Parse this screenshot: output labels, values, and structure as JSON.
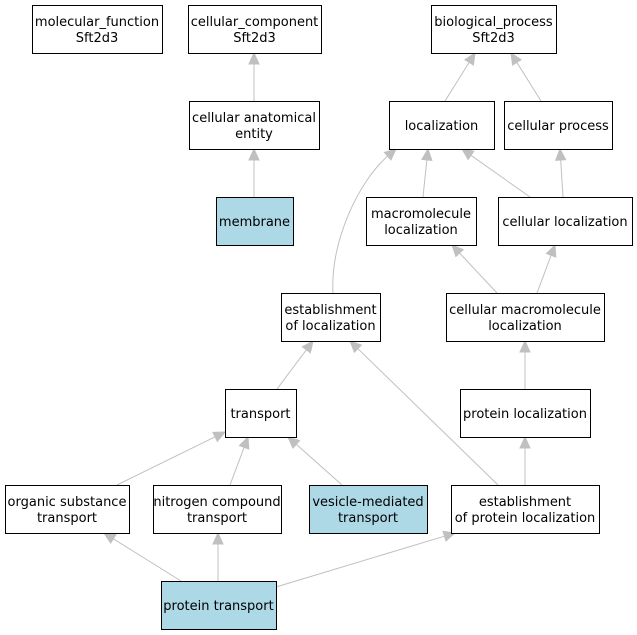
{
  "colors": {
    "highlight_fill": "#add8e6",
    "default_fill": "#ffffff",
    "edge": "#c0c0c0",
    "border": "#000000"
  },
  "nodes": [
    {
      "id": "molecular_function",
      "lines": [
        "molecular_function",
        "Sft2d3"
      ],
      "highlight": false
    },
    {
      "id": "cellular_component",
      "lines": [
        "cellular_component",
        "Sft2d3"
      ],
      "highlight": false
    },
    {
      "id": "biological_process",
      "lines": [
        "biological_process",
        "Sft2d3"
      ],
      "highlight": false
    },
    {
      "id": "cellular_anatomical_entity",
      "lines": [
        "cellular anatomical",
        "entity"
      ],
      "highlight": false
    },
    {
      "id": "localization",
      "lines": [
        "localization"
      ],
      "highlight": false
    },
    {
      "id": "cellular_process",
      "lines": [
        "cellular process"
      ],
      "highlight": false
    },
    {
      "id": "membrane",
      "lines": [
        "membrane"
      ],
      "highlight": true
    },
    {
      "id": "macromolecule_localization",
      "lines": [
        "macromolecule",
        "localization"
      ],
      "highlight": false
    },
    {
      "id": "cellular_localization",
      "lines": [
        "cellular localization"
      ],
      "highlight": false
    },
    {
      "id": "establishment_of_localization",
      "lines": [
        "establishment",
        "of localization"
      ],
      "highlight": false
    },
    {
      "id": "cellular_macromolecule_localization",
      "lines": [
        "cellular macromolecule",
        "localization"
      ],
      "highlight": false
    },
    {
      "id": "transport",
      "lines": [
        "transport"
      ],
      "highlight": false
    },
    {
      "id": "protein_localization",
      "lines": [
        "protein localization"
      ],
      "highlight": false
    },
    {
      "id": "organic_substance_transport",
      "lines": [
        "organic substance",
        "transport"
      ],
      "highlight": false
    },
    {
      "id": "nitrogen_compound_transport",
      "lines": [
        "nitrogen compound",
        "transport"
      ],
      "highlight": false
    },
    {
      "id": "vesicle_mediated_transport",
      "lines": [
        "vesicle-mediated",
        "transport"
      ],
      "highlight": true
    },
    {
      "id": "establishment_of_protein_localization",
      "lines": [
        "establishment",
        "of protein localization"
      ],
      "highlight": false
    },
    {
      "id": "protein_transport",
      "lines": [
        "protein transport"
      ],
      "highlight": true
    }
  ],
  "edges": [
    {
      "from": "cellular_anatomical_entity",
      "to": "cellular_component"
    },
    {
      "from": "membrane",
      "to": "cellular_anatomical_entity"
    },
    {
      "from": "localization",
      "to": "biological_process"
    },
    {
      "from": "cellular_process",
      "to": "biological_process"
    },
    {
      "from": "macromolecule_localization",
      "to": "localization"
    },
    {
      "from": "cellular_localization",
      "to": "localization"
    },
    {
      "from": "cellular_localization",
      "to": "cellular_process"
    },
    {
      "from": "establishment_of_localization",
      "to": "localization"
    },
    {
      "from": "cellular_macromolecule_localization",
      "to": "macromolecule_localization"
    },
    {
      "from": "cellular_macromolecule_localization",
      "to": "cellular_localization"
    },
    {
      "from": "transport",
      "to": "establishment_of_localization"
    },
    {
      "from": "protein_localization",
      "to": "cellular_macromolecule_localization"
    },
    {
      "from": "organic_substance_transport",
      "to": "transport"
    },
    {
      "from": "nitrogen_compound_transport",
      "to": "transport"
    },
    {
      "from": "vesicle_mediated_transport",
      "to": "transport"
    },
    {
      "from": "establishment_of_protein_localization",
      "to": "establishment_of_localization"
    },
    {
      "from": "establishment_of_protein_localization",
      "to": "protein_localization"
    },
    {
      "from": "protein_transport",
      "to": "organic_substance_transport"
    },
    {
      "from": "protein_transport",
      "to": "nitrogen_compound_transport"
    },
    {
      "from": "protein_transport",
      "to": "establishment_of_protein_localization"
    }
  ]
}
